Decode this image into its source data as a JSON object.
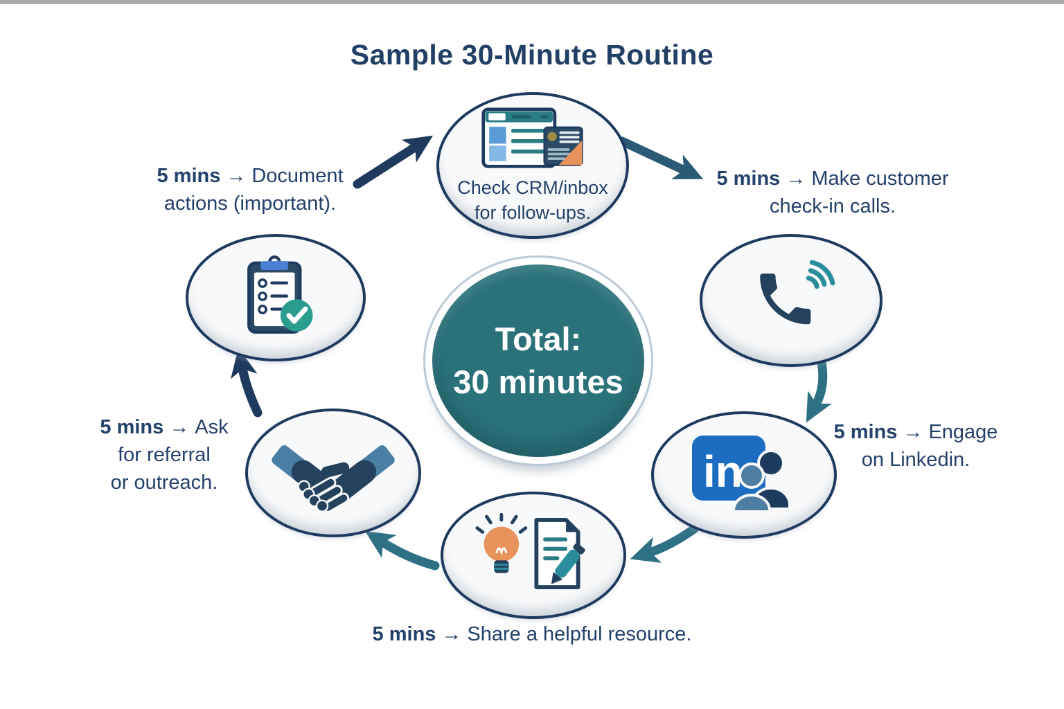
{
  "title": "Sample 30-Minute Routine",
  "center": {
    "line1": "Total:",
    "line2": "30 minutes"
  },
  "bubbles": {
    "crm": {
      "caption_line1": "Check CRM/inbox",
      "caption_line2": "for follow-ups.",
      "icon": "crm-window-icon"
    },
    "phone": {
      "icon": "phone-call-icon"
    },
    "linkedin": {
      "icon": "linkedin-people-icon"
    },
    "resource": {
      "icon": "lightbulb-document-icon"
    },
    "handshake": {
      "icon": "handshake-icon"
    },
    "clipboard": {
      "icon": "clipboard-checklist-icon"
    }
  },
  "labels": {
    "document": {
      "duration": "5 mins",
      "arrow": "→",
      "text_line1": "Document",
      "text_line2": "actions (important)."
    },
    "calls": {
      "duration": "5 mins",
      "arrow": "→",
      "text_line1": "Make customer",
      "text_line2": "check-in calls."
    },
    "linkedin": {
      "duration": "5 mins",
      "arrow": "→",
      "text_line1": "Engage",
      "text_line2": "on Linkedin."
    },
    "resource": {
      "duration": "5 mins",
      "arrow": "→",
      "text_line1": "Share a helpful resource."
    },
    "referral": {
      "duration": "5 mins",
      "arrow": "→",
      "text_line1": "Ask",
      "text_line2": "for referral",
      "text_line3": "or outreach."
    }
  },
  "colors": {
    "navy_text": "#24416b",
    "navy_dark": "#1f3a5f",
    "teal_circle": "#2a717a",
    "teal_arrow": "#2e7185",
    "steel_arrow": "#2b5a77",
    "orange": "#e8935c",
    "linkedin_blue": "#1c6dc2",
    "steel_blue": "#4a7fa5",
    "check_green": "#2a9d8f",
    "bubble_fill": "#f8f9fa",
    "background": "#ffffff",
    "top_bar": "#a9a9a9"
  }
}
